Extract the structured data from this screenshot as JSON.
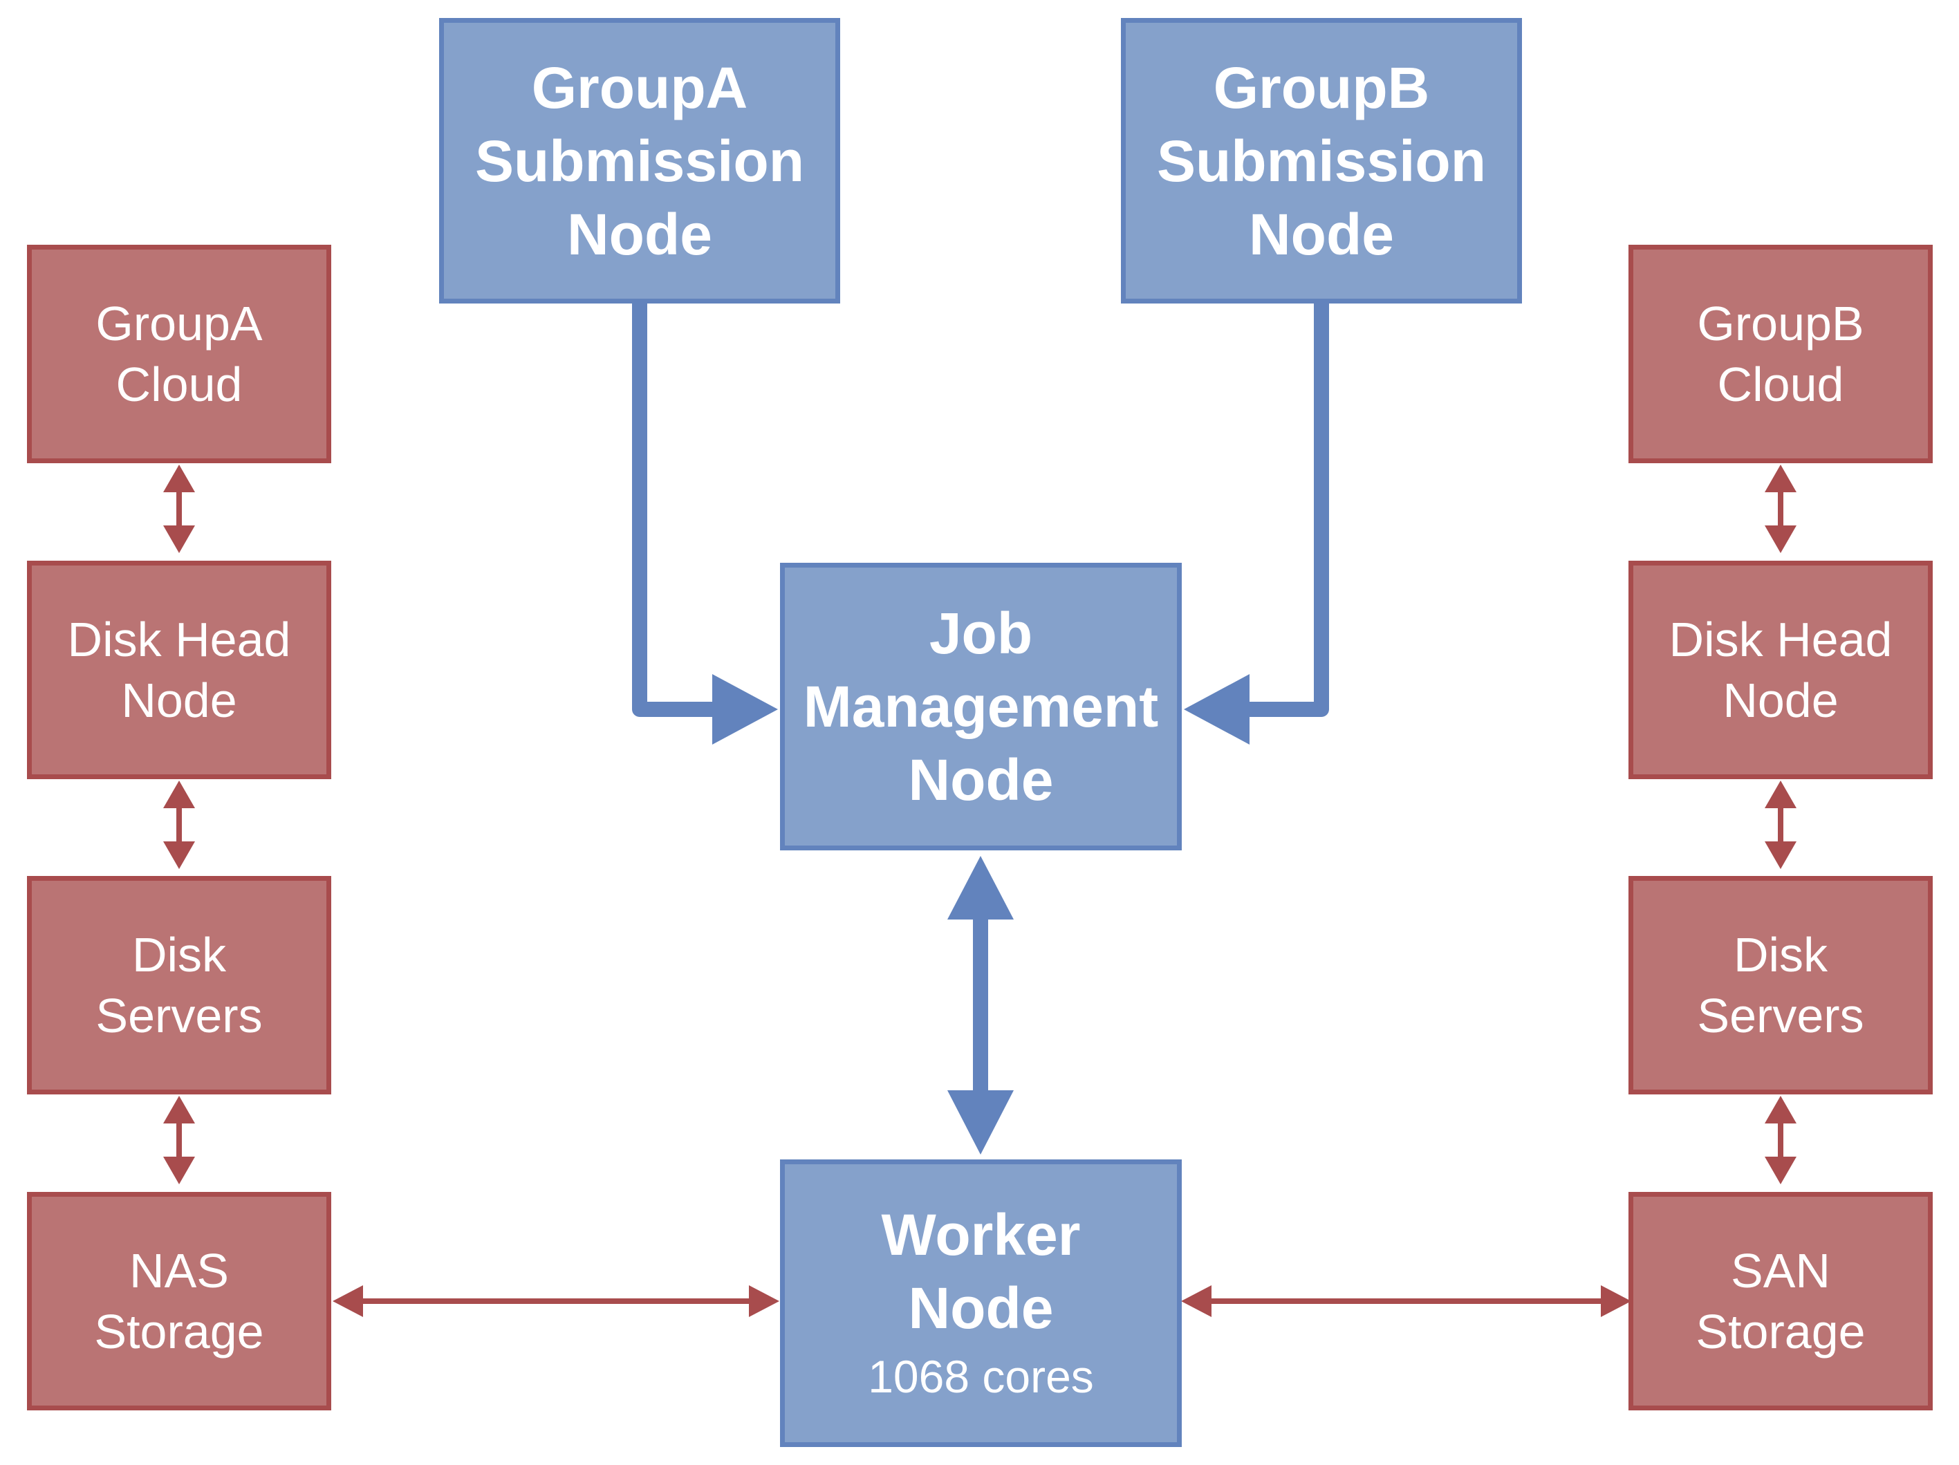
{
  "nodes": {
    "groupa_submission": {
      "lines": [
        "GroupA",
        "Submission",
        "Node"
      ]
    },
    "groupb_submission": {
      "lines": [
        "GroupB",
        "Submission",
        "Node"
      ]
    },
    "job_management": {
      "lines": [
        "Job",
        "Management",
        "Node"
      ]
    },
    "worker": {
      "lines": [
        "Worker",
        "Node"
      ],
      "sub": "1068 cores"
    },
    "groupa_cloud": {
      "lines": [
        "GroupA",
        "Cloud"
      ]
    },
    "groupa_disk_head": {
      "lines": [
        "Disk Head",
        "Node"
      ]
    },
    "groupa_disk_servers": {
      "lines": [
        "Disk",
        "Servers"
      ]
    },
    "nas_storage": {
      "lines": [
        "NAS",
        "Storage"
      ]
    },
    "groupb_cloud": {
      "lines": [
        "GroupB",
        "Cloud"
      ]
    },
    "groupb_disk_head": {
      "lines": [
        "Disk Head",
        "Node"
      ]
    },
    "groupb_disk_servers": {
      "lines": [
        "Disk",
        "Servers"
      ]
    },
    "san_storage": {
      "lines": [
        "SAN",
        "Storage"
      ]
    }
  },
  "colors": {
    "blue_fill": "#85a1cb",
    "blue_border": "#6283bd",
    "red_fill": "#ba7474",
    "red_border": "#a84c4d"
  }
}
